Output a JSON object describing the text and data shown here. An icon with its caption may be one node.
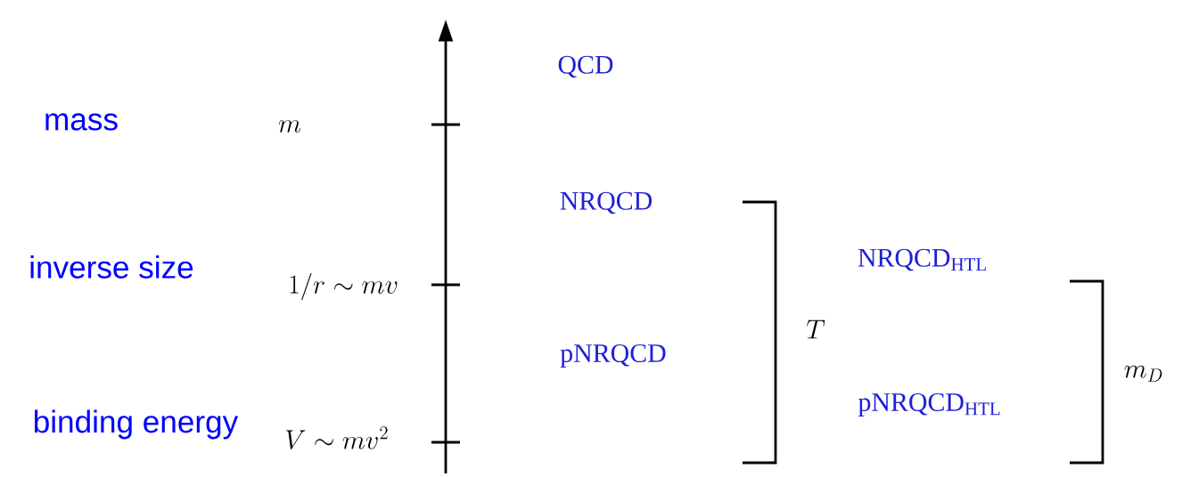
{
  "diagram": {
    "labels": [
      "QCD",
      "mass",
      "m",
      "NRQCD",
      "inverse size",
      "NRQCD$_{HTL}$",
      "1/r \\sim mv",
      "T",
      "pNRQCD",
      "m_D",
      "pNRQCD$_{HTL}$",
      "binding energy",
      "V \\sim mv^2"
    ]
  }
}
